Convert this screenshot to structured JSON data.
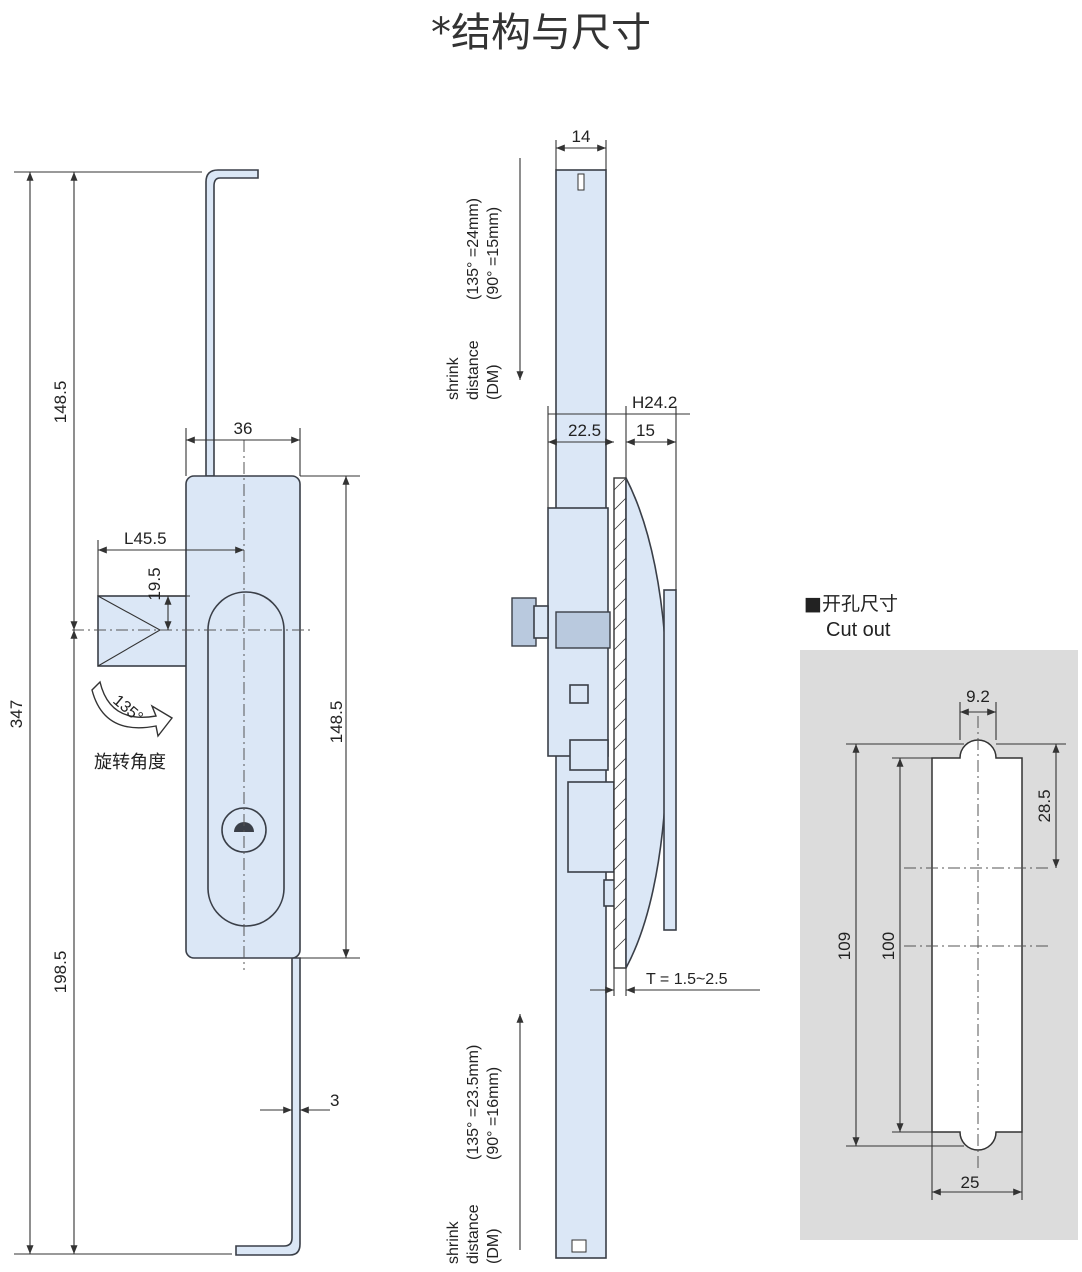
{
  "title": "*结构与尺寸",
  "front_view": {
    "total_height": "347",
    "upper_length": "148.5",
    "lower_length": "198.5",
    "handle_width": "36",
    "latch_offset": "L45.5",
    "latch_height": "19.5",
    "handle_height": "148.5",
    "rod_thickness": "3",
    "rotation_angle": "135°",
    "rotation_label": "旋转角度"
  },
  "side_view": {
    "rod_width": "14",
    "handle_depth": "H24.2",
    "base_depth": "22.5",
    "plate_depth": "15",
    "panel_thickness": "T = 1.5~2.5",
    "upper_shrink": {
      "line1": "(135°  =24mm)",
      "line2": "(90°  =15mm)"
    },
    "lower_shrink": {
      "line1": "(135°  =23.5mm)",
      "line2": "(90°  =16mm)"
    },
    "shrink_label": {
      "line1": "shrink",
      "line2": "distance",
      "line3": "(DM)"
    }
  },
  "cutout": {
    "title_cn": "■开孔尺寸",
    "title_en": "Cut out",
    "notch_width": "9.2",
    "notch_offset": "28.5",
    "total_height": "109",
    "body_height": "100",
    "width": "25"
  },
  "colors": {
    "part_fill": "#dbe7f6",
    "cutout_background": "#dcdcdc",
    "outline": "#3a3f48"
  }
}
